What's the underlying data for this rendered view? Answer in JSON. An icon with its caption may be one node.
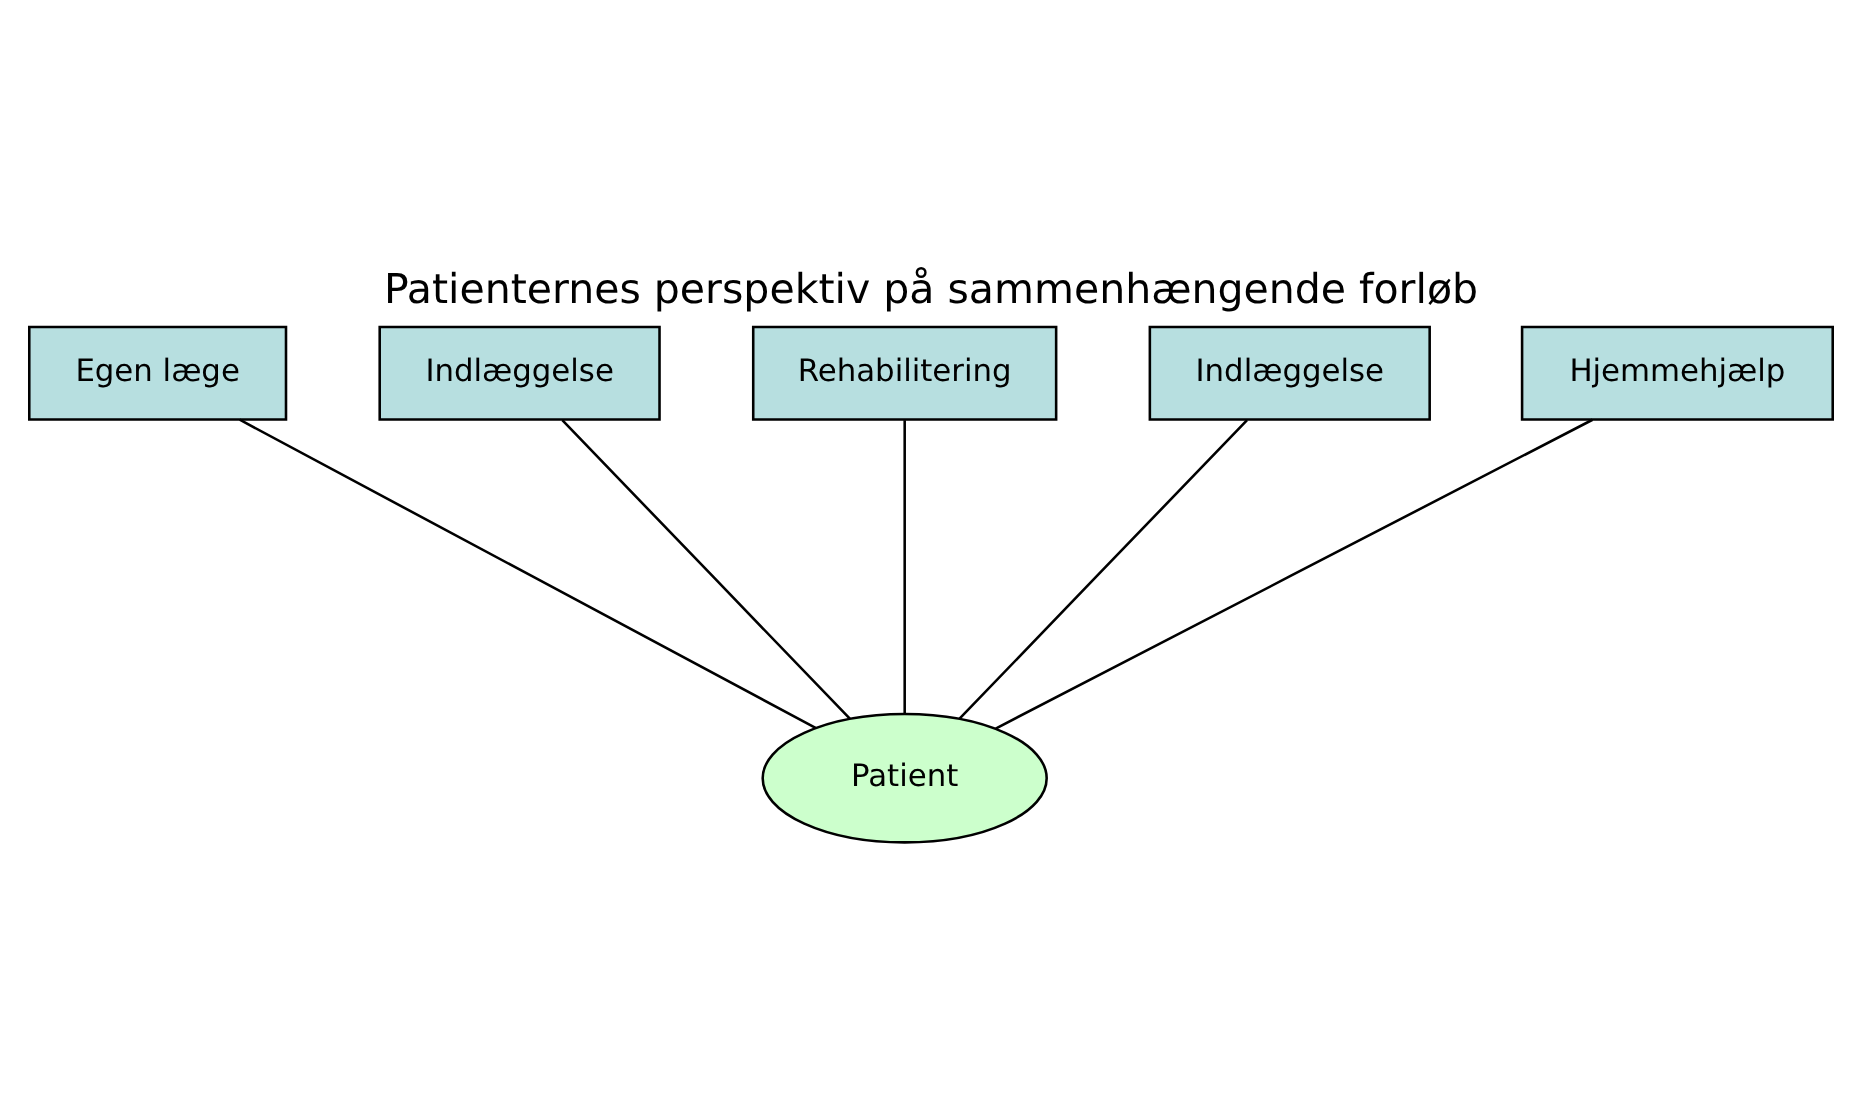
{
  "diagram": {
    "title": "Patienternes perspektiv på sammenhængende forløb",
    "nodes": [
      {
        "text": [
          "Egen læge"
        ]
      },
      {
        "text": [
          "Indlæggelse"
        ]
      },
      {
        "text": [
          "Rehabilitering"
        ]
      },
      {
        "text": [
          "Indlæggelse"
        ]
      },
      {
        "text": [
          "Hjemmehjælp"
        ]
      },
      {
        "text": [
          "Patient"
        ]
      }
    ],
    "edges": [
      {
        "from": 0,
        "to": 5,
        "arrow": "none"
      },
      {
        "from": 1,
        "to": 5,
        "arrow": "none"
      },
      {
        "from": 2,
        "to": 5,
        "arrow": "none"
      },
      {
        "from": 3,
        "to": 5,
        "arrow": "none"
      },
      {
        "from": 4,
        "to": 5,
        "arrow": "none"
      }
    ]
  }
}
